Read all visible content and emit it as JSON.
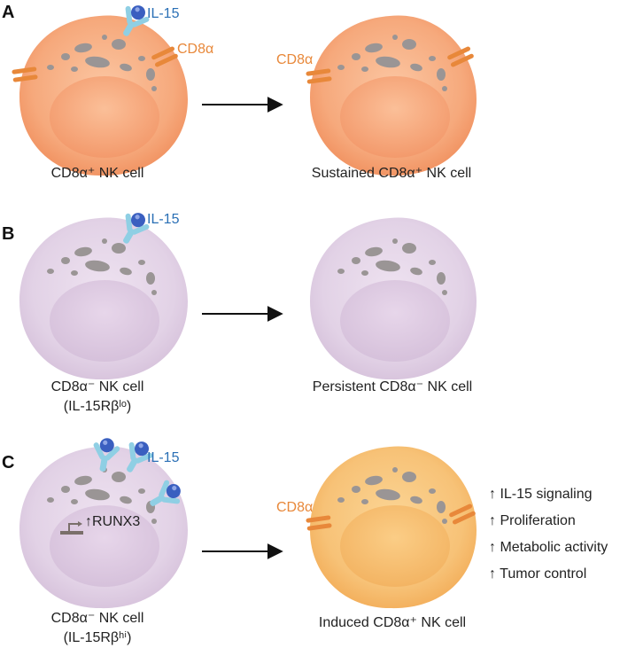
{
  "colors": {
    "orange_cell": "#f6a97c",
    "purple_cell": "#e2d2e6",
    "induced_cell": "#f7c277",
    "cd8_receptor": "#e8883a",
    "il15_ligand": "#3a5fc0",
    "il15_receptor": "#8fcfe4",
    "organelle": "#9a9595"
  },
  "panels": [
    {
      "letter": "A",
      "left_caption": "CD8α⁺ NK cell",
      "right_caption": "Sustained CD8α⁺ NK cell",
      "il15_label": "IL-15",
      "cd8_left_label": "CD8α",
      "cd8_right_label": "CD8α"
    },
    {
      "letter": "B",
      "left_caption_line1": "CD8α⁻ NK cell",
      "left_caption_line2": "(IL-15Rβˡᵒ)",
      "right_caption": "Persistent CD8α⁻ NK cell",
      "il15_label": "IL-15"
    },
    {
      "letter": "C",
      "left_caption_line1": "CD8α⁻ NK cell",
      "left_caption_line2": "(IL-15Rβʰⁱ)",
      "right_caption": "Induced CD8α⁺ NK cell",
      "il15_label": "IL-15",
      "runx_label": "↑RUNX3",
      "cd8_right_label": "CD8α",
      "effects": [
        "↑ IL-15 signaling",
        "↑ Proliferation",
        "↑ Metabolic activity",
        "↑ Tumor control"
      ]
    }
  ]
}
